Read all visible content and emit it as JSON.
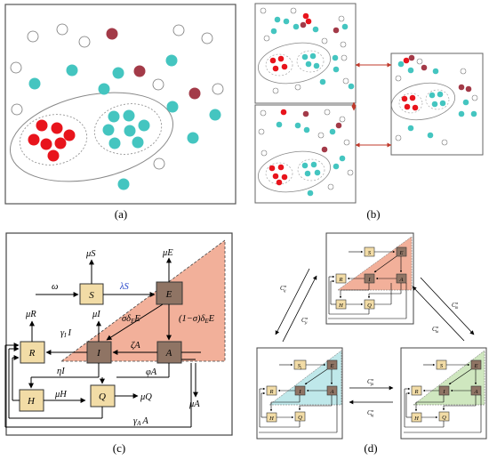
{
  "panels": {
    "a": {
      "caption": "(a)"
    },
    "b": {
      "caption": "(b)"
    },
    "c": {
      "caption": "(c)"
    },
    "d": {
      "caption": "(d)"
    }
  },
  "colors": {
    "red": "#e8141c",
    "teal": "#44c5c0",
    "dark_red": "#a33a48",
    "salmon": "#f2b09a",
    "light_teal": "#bfe8ea",
    "light_green": "#cfe7bf",
    "box_light": "#f2dca6",
    "box_dark": "#8f7464",
    "arrow_red": "#c0392b",
    "blue_text": "#2040c8"
  },
  "model": {
    "compartments": {
      "S": "S",
      "E": "E",
      "I": "I",
      "A": "A",
      "R": "R",
      "H": "H",
      "Q": "Q"
    },
    "labels": {
      "muS": "μS",
      "muE": "μE",
      "omega": "ω",
      "lambdaS": "λS",
      "muR": "μR",
      "muI": "μI",
      "sigma_delta": "σδ",
      "sigma_delta_sub": "E",
      "sigma_delta_tail": "E",
      "one_minus": "(1−σ)δ",
      "one_minus_sub": "E",
      "one_minus_tail": "E",
      "gammaI": "γ",
      "gammaI_sub": "I",
      "gammaI_tail": "I",
      "zetaA": "ζA",
      "etaI": "ηI",
      "phiA": "φA",
      "muH": "μH",
      "muQ": "μQ",
      "muA": "μA",
      "gammaA": "γ",
      "gammaA_sub": "A",
      "gammaA_tail": "A"
    }
  },
  "migration": {
    "c1": {
      "base": "C",
      "sup": "α",
      "sub": "ij"
    },
    "c2": {
      "base": "C",
      "sup": "α",
      "sub": "ji"
    },
    "c3": {
      "base": "C",
      "sup": "α",
      "sub": "ik"
    },
    "c4": {
      "base": "C",
      "sup": "α",
      "sub": "ki"
    },
    "c5": {
      "base": "C",
      "sup": "α",
      "sub": "jk"
    },
    "c6": {
      "base": "C",
      "sup": "α",
      "sub": "kj"
    }
  },
  "mini_boxes": {
    "S": "S",
    "E": "E",
    "I": "I",
    "A": "A",
    "R": "R",
    "H": "H",
    "Q": "Q",
    "Sj": "S",
    "Sj_sub": "j"
  }
}
